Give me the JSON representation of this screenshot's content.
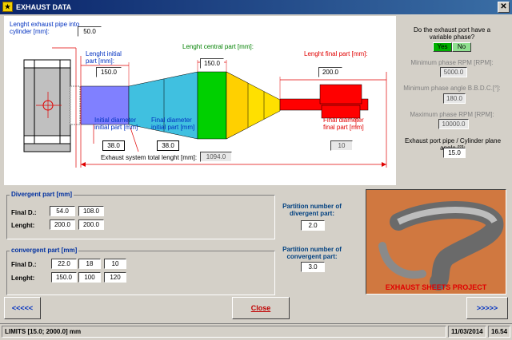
{
  "window": {
    "title": "EXHAUST DATA",
    "close_glyph": "✕"
  },
  "diagram": {
    "pipe_length_label": "Lenght exhaust pipe into cylinder [mm]:",
    "pipe_length_value": "50.0",
    "initial_part_label": "Lenght initial part [mm]:",
    "initial_part_value": "150.0",
    "central_part_label": "Lenght central part [mm]:",
    "central_part_value": "150.0",
    "final_part_label": "Lenght final part [mm]:",
    "final_part_value": "200.0",
    "initial_diameter_label": "Initial diameter initial part [mm]",
    "initial_diameter_value": "38.0",
    "final_diameter_initial_label": "Final diameter initial part [mm]",
    "final_diameter_initial_value": "38.0",
    "final_diameter_final_label": "Final diameter final part [mm]",
    "final_diameter_final_value": "10",
    "total_length_label": "Exhaust system total lenght [mm]:",
    "total_length_value": "1094.0"
  },
  "phase": {
    "question": "Do the exhaust port have a variable phase?",
    "yes_label": "Yes",
    "no_label": "No",
    "min_rpm_label": "Minimum phase RPM [RPM]:",
    "min_rpm_value": "5000.0",
    "min_angle_label": "Minimum phase angle B.B.D.C.[°]:",
    "min_angle_value": "180.0",
    "max_rpm_label": "Maximum phase RPM [RPM]:",
    "max_rpm_value": "10000.0",
    "plane_angle_label": "Exhaust port pipe / Cylinder plane angle [°]:",
    "plane_angle_value": "15.0"
  },
  "divergent": {
    "title": "Divergent part [mm]",
    "final_d_label": "Final D.:",
    "length_label": "Lenght:",
    "final_d": [
      "54.0",
      "108.0"
    ],
    "length": [
      "200.0",
      "200.0"
    ],
    "partition_label": "Partition number of divergent part:",
    "partition_value": "2.0"
  },
  "convergent": {
    "title": "convergent part [mm]",
    "final_d_label": "Final D.:",
    "length_label": "Lenght:",
    "final_d": [
      "22.0",
      "18",
      "10"
    ],
    "length": [
      "150.0",
      "100",
      "120"
    ],
    "partition_label": "Partition number of convergent part:",
    "partition_value": "3.0"
  },
  "image_caption": "EXHAUST SHEETS PROJECT",
  "buttons": {
    "prev": "<<<<<",
    "close": "Close",
    "next": ">>>>>"
  },
  "status": {
    "limits": "LIMITS [15.0; 2000.0] mm",
    "date": "11/03/2014",
    "time": "16.54"
  }
}
